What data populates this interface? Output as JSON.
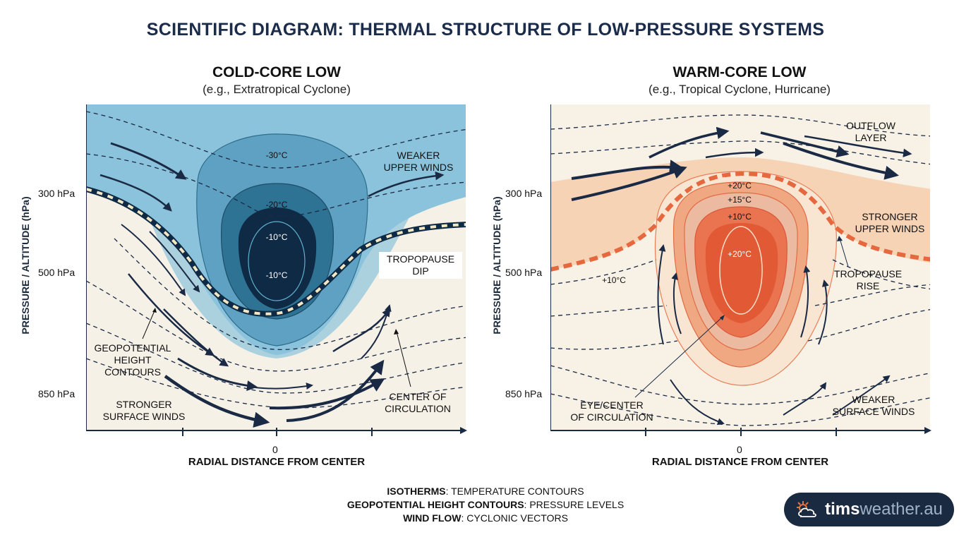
{
  "title": "SCIENTIFIC DIAGRAM: THERMAL STRUCTURE OF LOW-PRESSURE SYSTEMS",
  "y_axis_label": "PRESSURE / ALTITUDE (hPa)",
  "x_axis_label": "RADIAL DISTANCE FROM CENTER",
  "x_center_tick": "0",
  "pressure_levels": [
    "300 hPa",
    "500 hPa",
    "850 hPa"
  ],
  "cold_core": {
    "title": "COLD-CORE LOW",
    "subtitle": "(e.g., Extratropical Cyclone)",
    "isotherms": [
      "-30°C",
      "-20°C",
      "-10°C",
      "-10°C"
    ],
    "labels": {
      "upper_winds": "WEAKER\nUPPER WINDS",
      "tropopause": "TROPOPAUSE\nDIP",
      "geopotential": "GEOPOTENTIAL\nHEIGHT\nCONTOURS",
      "surface_winds": "STRONGER\nSURFACE WINDS",
      "center": "CENTER OF\nCIRCULATION"
    },
    "colors": {
      "outer": "#8cc3dc",
      "mid": "#5fa1c2",
      "inner": "#2e7393",
      "core": "#0f2a45",
      "background": "#f6f1e7"
    }
  },
  "warm_core": {
    "title": "WARM-CORE LOW",
    "subtitle": "(e.g., Tropical Cyclone, Hurricane)",
    "isotherms": [
      "+20°C",
      "+15°C",
      "+10°C",
      "+20°C",
      "+10°C"
    ],
    "labels": {
      "outflow": "OUTFLOW\nLAYER",
      "upper_winds": "STRONGER\nUPPER WINDS",
      "tropopause": "TROPOPAUSE\nRISE",
      "eye": "EYE/CENTER\nOF CIRCULATION",
      "surface_winds": "WEAKER\nSURFACE WINDS"
    },
    "colors": {
      "outer": "#f7d3b6",
      "mid": "#f0a882",
      "inner": "#e9744f",
      "core": "#e25a35",
      "background": "#f7f1e6"
    }
  },
  "legend": [
    {
      "term": "ISOTHERMS",
      "desc": ": TEMPERATURE CONTOURS"
    },
    {
      "term": "GEOPOTENTIAL HEIGHT CONTOURS",
      "desc": ": PRESSURE LEVELS"
    },
    {
      "term": "WIND FLOW",
      "desc": ": CYCLONIC VECTORS"
    }
  ],
  "badge": {
    "bold": "tims",
    "rest": "weather.au",
    "icon": "sun-cloud-icon"
  }
}
